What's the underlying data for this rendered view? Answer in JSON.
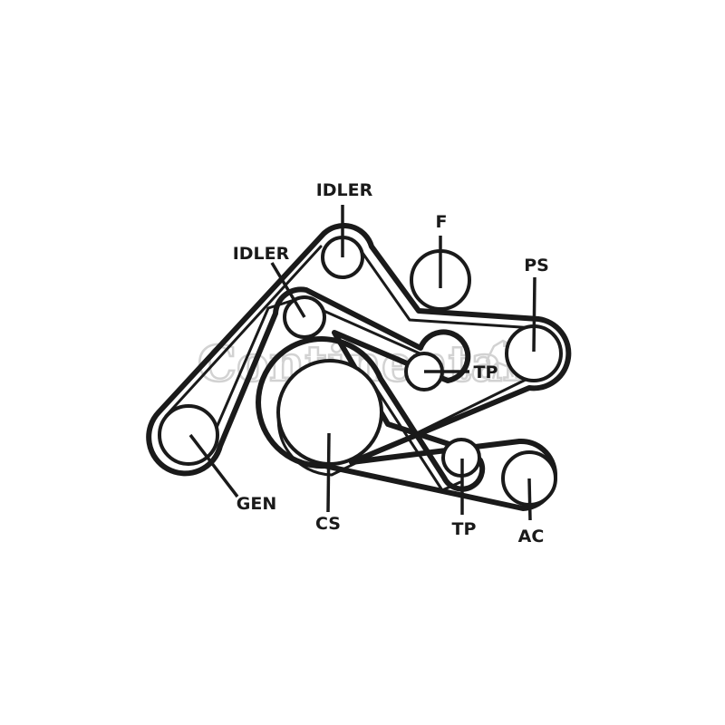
{
  "watermark": {
    "text": "Continental"
  },
  "colors": {
    "belt": "#1a1a1a",
    "pulley": "#1a1a1a",
    "watermark": "#d2d2d2",
    "background": "#ffffff"
  },
  "labels": {
    "idler_top": "IDLER",
    "idler_left": "IDLER",
    "fan": "F",
    "power_steering": "PS",
    "tensioner_upper": "TP",
    "tensioner_lower": "TP",
    "generator": "GEN",
    "crankshaft": "CS",
    "air_conditioning": "AC"
  }
}
